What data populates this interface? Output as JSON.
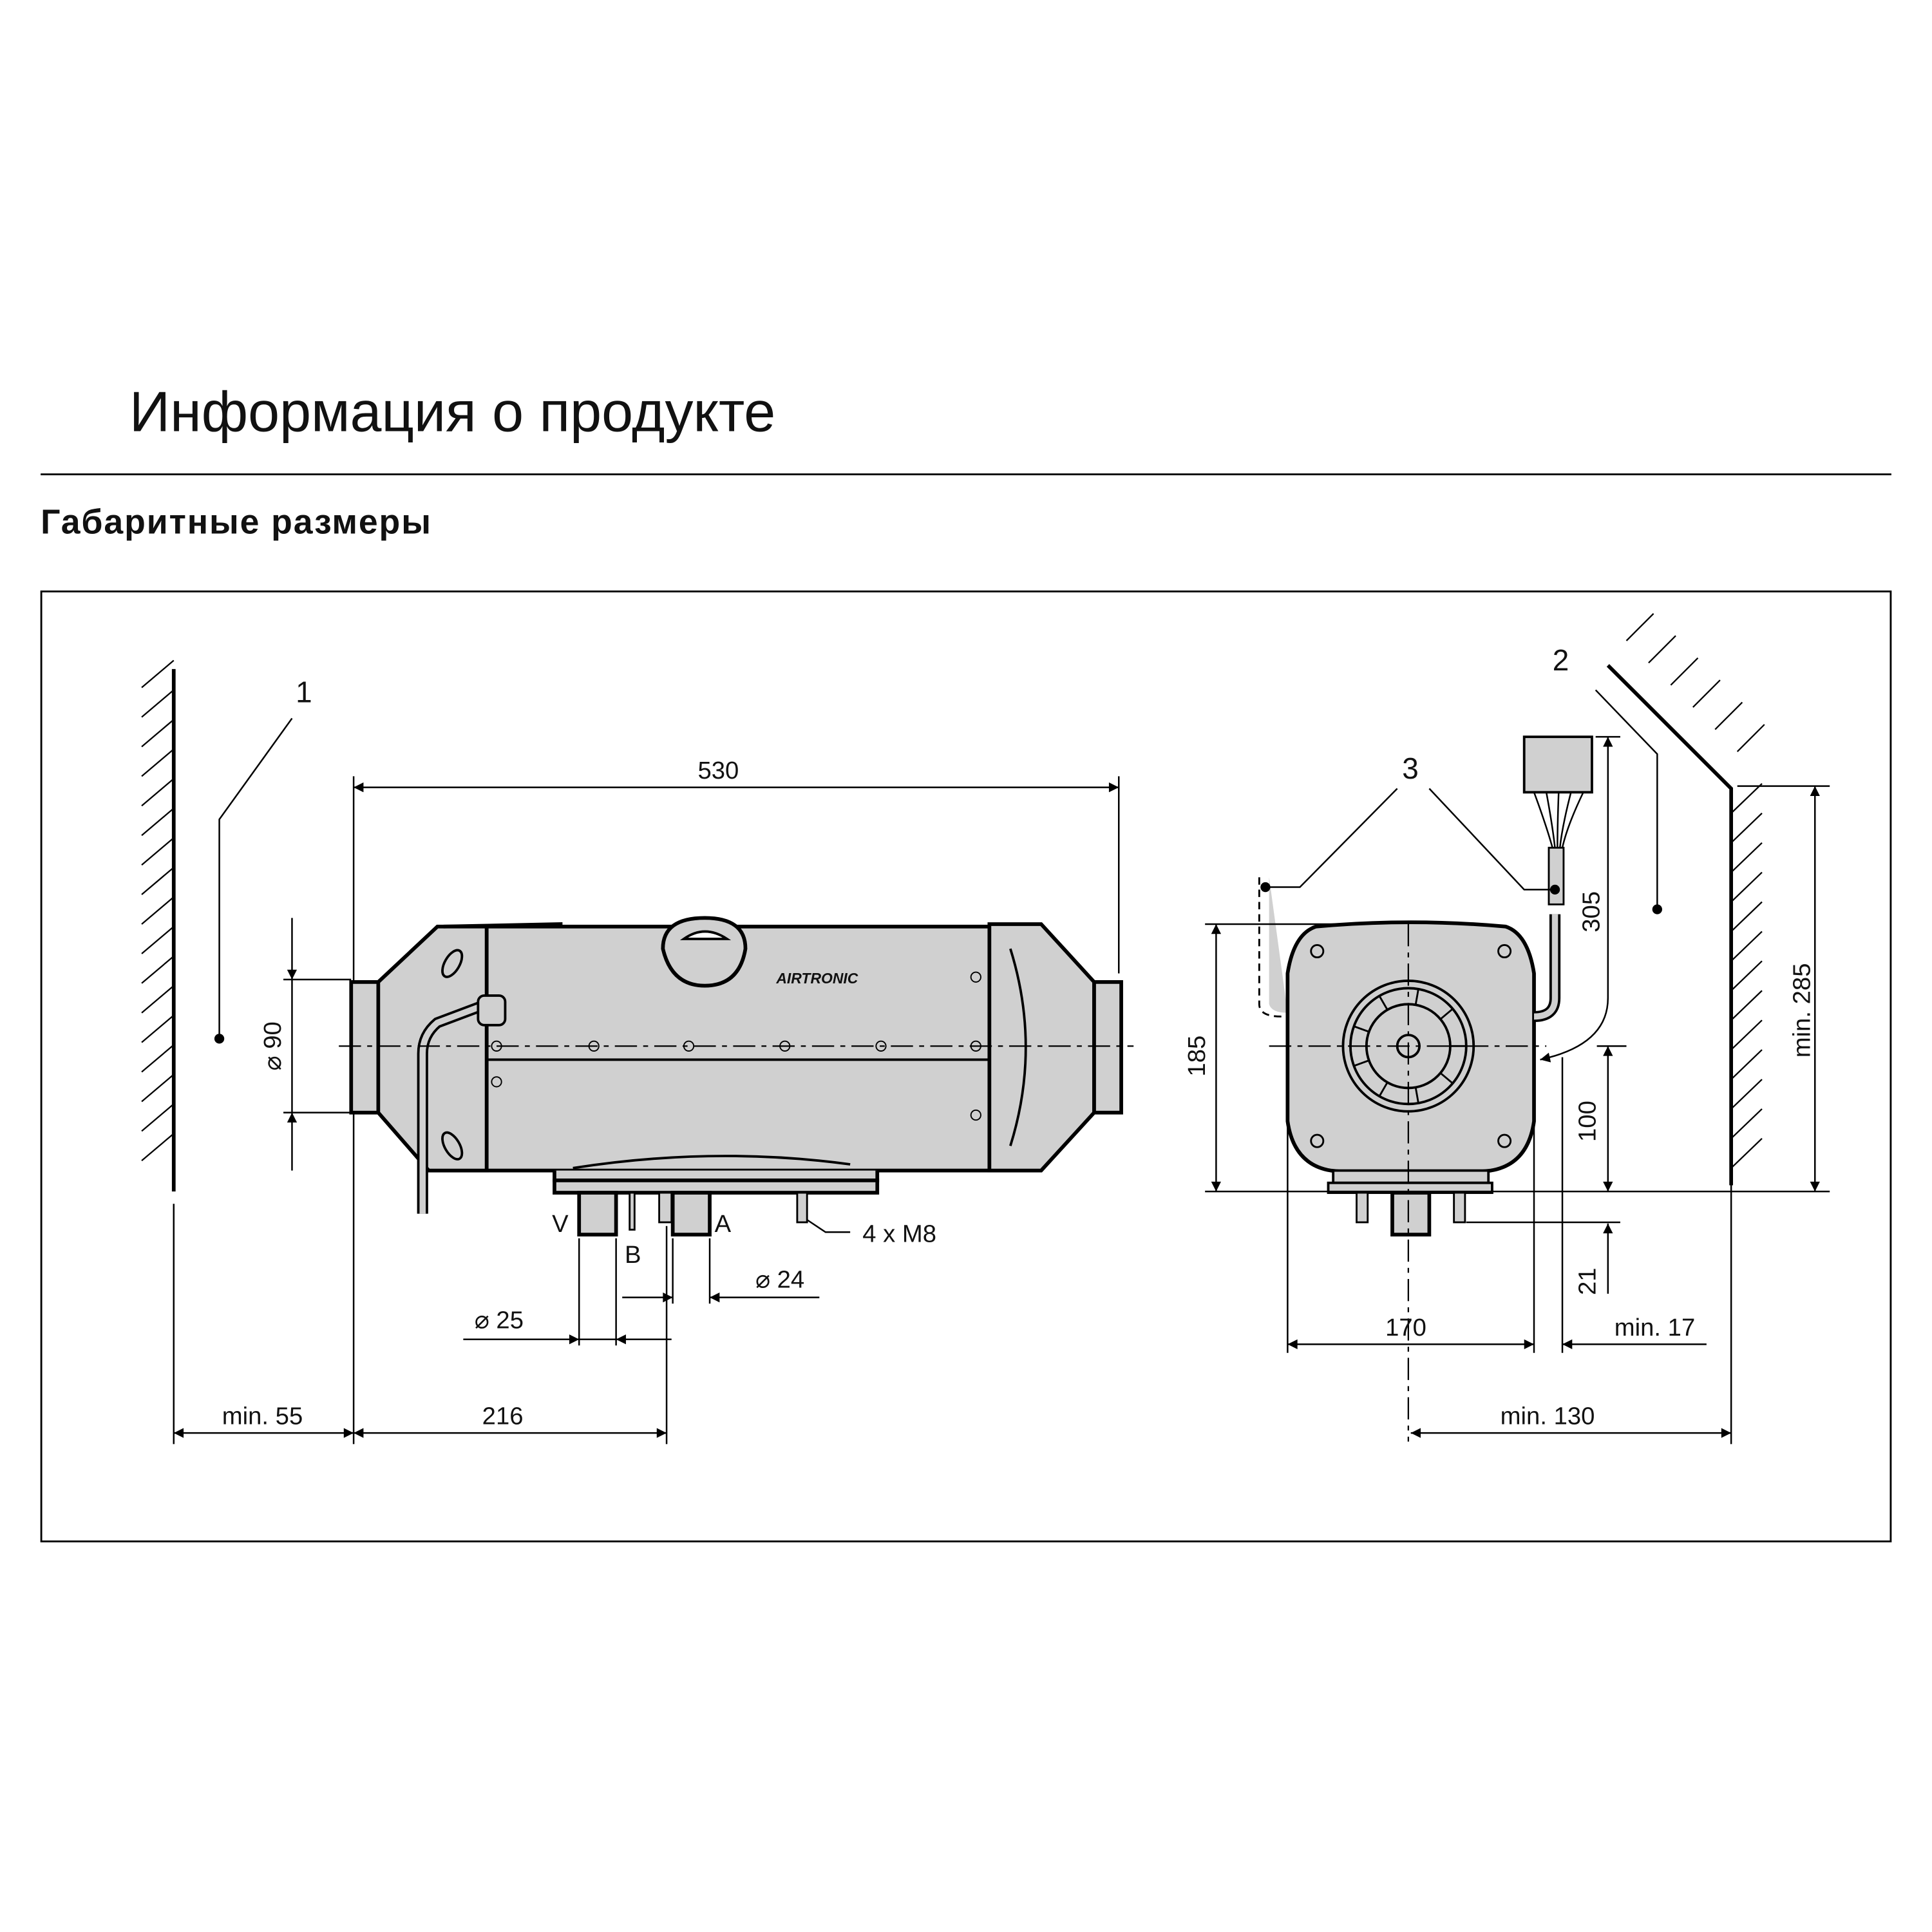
{
  "header": {
    "title": "Информация о продукте",
    "subtitle": "Габаритные размеры"
  },
  "drawing": {
    "brand": "AIRTRONIC",
    "callouts": {
      "one": "1",
      "two": "2",
      "three": "3"
    },
    "side_view": {
      "length": "530",
      "diameter_pipe": "⌀ 90",
      "clearance_left": "min. 55",
      "offset": "216",
      "diameter_25": "⌀ 25",
      "diameter_24": "⌀ 24",
      "mount": "4 x M8",
      "port_v": "V",
      "port_b": "B",
      "port_a": "A"
    },
    "front_view": {
      "height": "185",
      "center_height": "100",
      "cable": "305",
      "stud": "21",
      "wall_height": "min. 285",
      "width": "170",
      "clearance_side": "min. 17",
      "clearance_wall": "min. 130"
    }
  }
}
